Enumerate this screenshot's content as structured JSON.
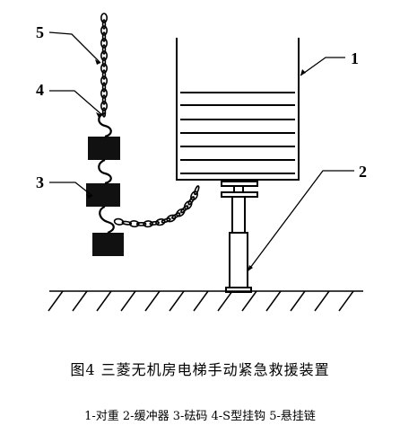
{
  "figure": {
    "callouts": [
      "1",
      "2",
      "3",
      "4",
      "5"
    ],
    "caption_title": "图4 三菱无机房电梯手动紧急救援装置",
    "legend": "1-对重  2-缓冲器  3-砝码  4-S型挂钩  5-悬挂链"
  },
  "colors": {
    "ink": "#000000",
    "background": "#ffffff"
  }
}
